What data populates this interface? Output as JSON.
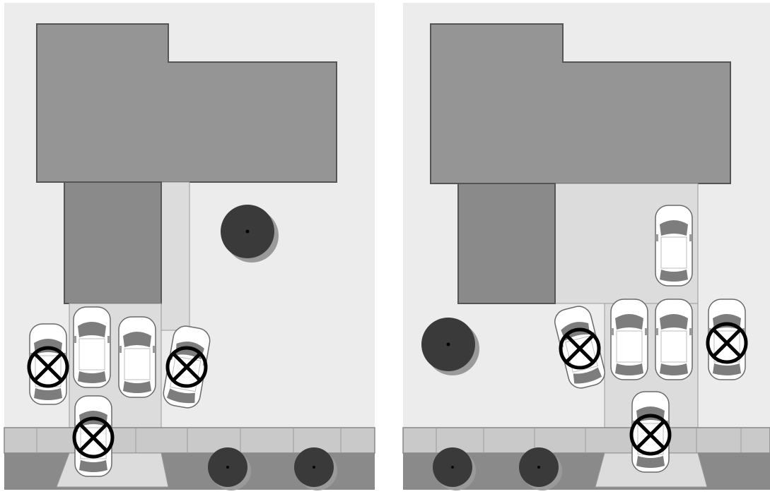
{
  "diagram": {
    "panels": [
      {
        "id": "left",
        "cars": [
          {
            "id": "car-left-street-1",
            "crossed": true
          },
          {
            "id": "car-left-drive-1",
            "crossed": false
          },
          {
            "id": "car-left-drive-2",
            "crossed": false
          },
          {
            "id": "car-left-side",
            "crossed": true
          },
          {
            "id": "car-left-sidewalk",
            "crossed": true
          }
        ]
      },
      {
        "id": "right",
        "cars": [
          {
            "id": "car-right-top",
            "crossed": false
          },
          {
            "id": "car-right-angled",
            "crossed": true
          },
          {
            "id": "car-right-drive-1",
            "crossed": false
          },
          {
            "id": "car-right-drive-2",
            "crossed": false
          },
          {
            "id": "car-right-side",
            "crossed": true
          },
          {
            "id": "car-right-sidewalk",
            "crossed": true
          }
        ]
      }
    ]
  },
  "colors": {
    "ground": "#ececec",
    "building": "#959595",
    "garage": "#8a8a8a",
    "driveway": "#dcdcdc",
    "sidewalk": "#c9c9c9",
    "road": "#8a8a8a",
    "tree": "#3a3a3a",
    "outline": "#555555",
    "cross": "#000000"
  }
}
